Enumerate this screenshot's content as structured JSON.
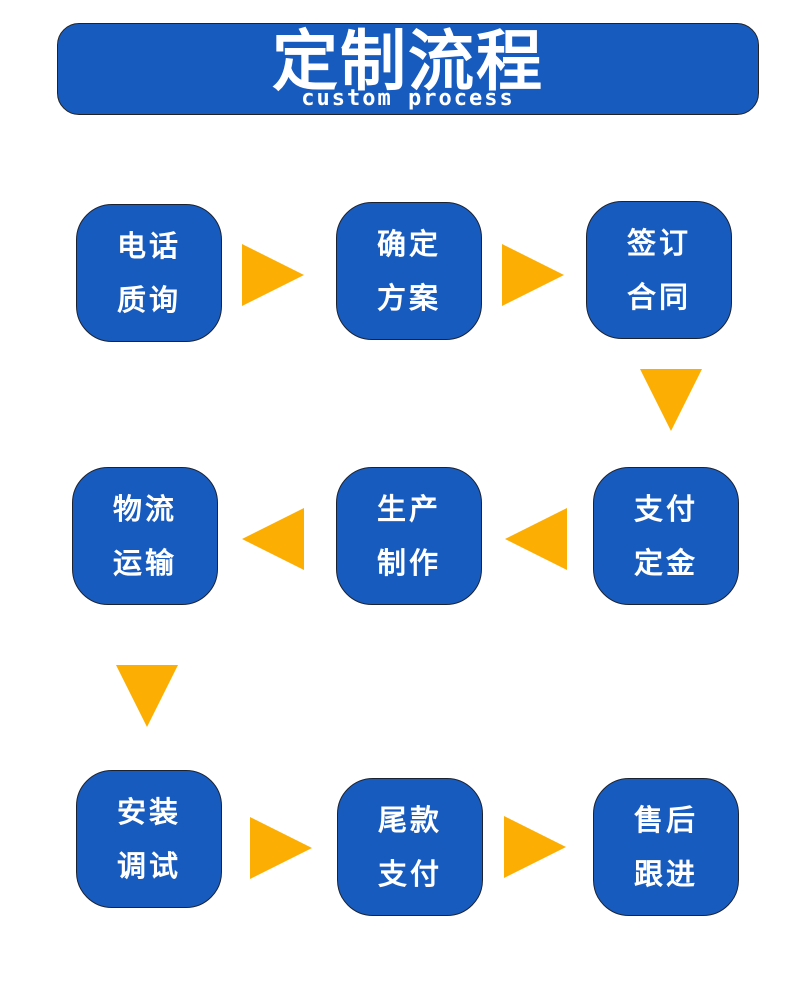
{
  "header": {
    "title": "定制流程",
    "subtitle": "custom process"
  },
  "steps": [
    {
      "line1": "电话",
      "line2": "质询"
    },
    {
      "line1": "确定",
      "line2": "方案"
    },
    {
      "line1": "签订",
      "line2": "合同"
    },
    {
      "line1": "支付",
      "line2": "定金"
    },
    {
      "line1": "生产",
      "line2": "制作"
    },
    {
      "line1": "物流",
      "line2": "运输"
    },
    {
      "line1": "安装",
      "line2": "调试"
    },
    {
      "line1": "尾款",
      "line2": "支付"
    },
    {
      "line1": "售后",
      "line2": "跟进"
    }
  ],
  "colors": {
    "box_fill": "#175bbf",
    "arrow_fill": "#fdae03",
    "text": "#ffffff"
  },
  "icons": {
    "right": "arrow-right-icon",
    "left": "arrow-left-icon",
    "down": "arrow-down-icon"
  }
}
